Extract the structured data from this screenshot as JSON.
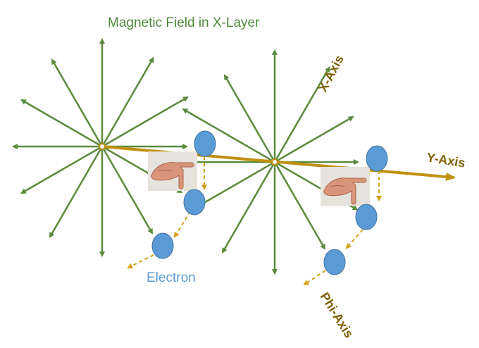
{
  "title": "Magnetic Field in X-Layer",
  "labels": {
    "x_axis": "X-Axis",
    "y_axis": "Y-Axis",
    "phi_axis": "Phi-Axis",
    "electron": "Electron"
  },
  "colors": {
    "field_lines": "#5b8a3c",
    "axis": "#c09010",
    "electron": "#5b9bd5",
    "electron_stroke": "#41719c",
    "title_text": "#4e8a3a",
    "electron_text": "#5b9bd5",
    "axis_text": "#7f6000",
    "phi_arrow": "#d4a017"
  },
  "icons": {
    "hand": "pointing-hand-icon"
  }
}
